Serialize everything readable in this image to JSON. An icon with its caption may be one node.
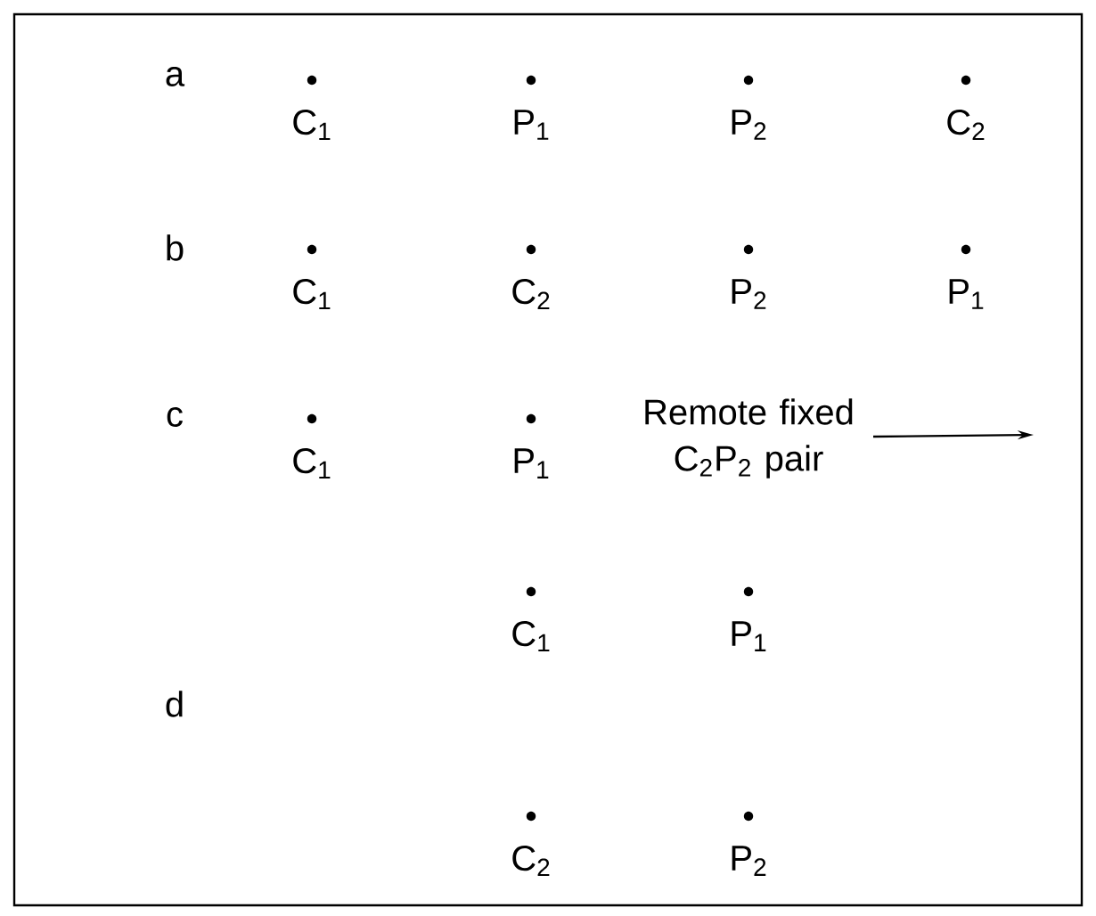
{
  "diagram": {
    "labels": [
      "a",
      "C$_{1}$",
      "P$_{1}$",
      "P$_{2}$",
      "C$_{2}$",
      "b",
      "C$_{1}$",
      "C$_{2}$",
      "P$_{2}$",
      "P$_{1}$",
      "c",
      "C$_{1}$",
      "P$_{1}$",
      "Remote fixed C$_{2}$P$_{2}$ pair",
      "C$_{1}$",
      "P$_{1}$",
      "d",
      "C$_{2}$",
      "P$_{2}$"
    ]
  }
}
